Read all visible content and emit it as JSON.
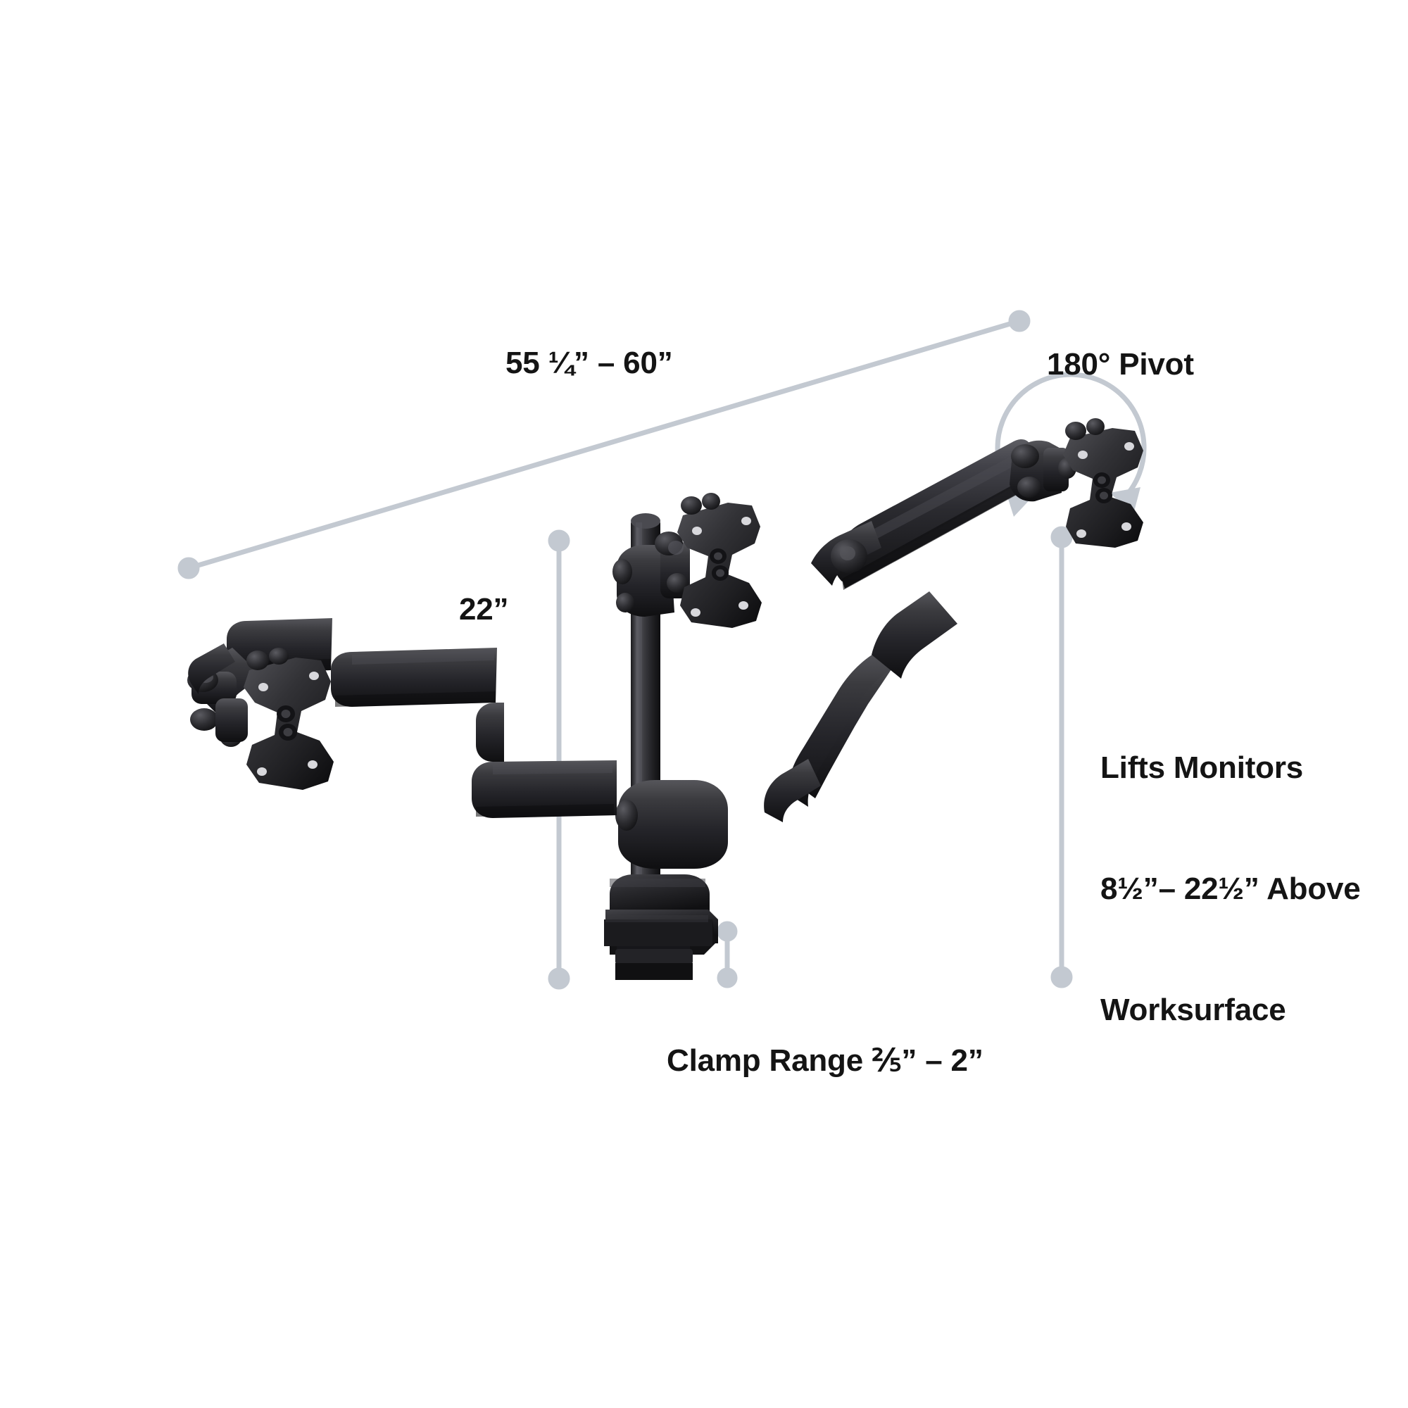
{
  "diagram": {
    "subject": "dual-monitor-desk-mount-arm",
    "background_color": "#ffffff",
    "dimension_line_color": "#c3c9d1",
    "hardware_color": "#2a2a2c",
    "text_color": "#141414"
  },
  "annotations": {
    "width_range": {
      "label": "55 ¼” – 60”",
      "name": "overall-width-dimension"
    },
    "height": {
      "label": "22”",
      "name": "overall-height-dimension"
    },
    "pivot": {
      "label": "180° Pivot",
      "name": "pivot-rotation-callout"
    },
    "lift_range": {
      "line1": "Lifts Monitors",
      "line2": "8½”– 22½” Above",
      "line3": "Worksurface",
      "name": "lift-height-callout"
    },
    "clamp_range": {
      "label": "Clamp Range ⅖” – 2”",
      "name": "clamp-range-callout"
    }
  },
  "parts": {
    "left_monitor_mount": "vesa-plate-left",
    "center_monitor_mount": "vesa-plate-center",
    "right_monitor_mount": "vesa-plate-right",
    "center_post": "vertical-pole",
    "desk_clamp": "c-clamp-base",
    "left_arm": "articulating-arm-left",
    "right_arm": "gas-spring-arm-right"
  }
}
